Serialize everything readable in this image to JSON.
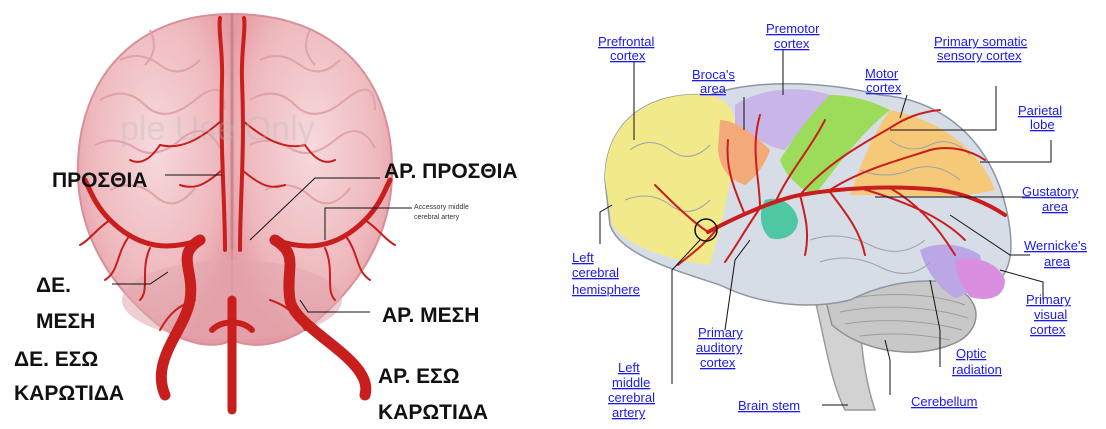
{
  "left_figure": {
    "watermark": "ple Use Only",
    "labels": {
      "prosthia": "ΠΡΟΣΘΙΑ",
      "ar_prosthia": "ΑΡ. ΠΡΟΣΘΙΑ",
      "accessory_line1": "Accessory middle",
      "accessory_line2": "cerebral artery",
      "de_mesi_line1": "ΔΕ.",
      "de_mesi_line2": "ΜΕΣΗ",
      "ar_mesi": "ΑΡ. ΜΕΣΗ",
      "de_eso_line1": "ΔΕ. ΕΣΩ",
      "de_eso_line2": "ΚΑΡΩΤΙΔΑ",
      "ar_eso_line1": "ΑΡ. ΕΣΩ",
      "ar_eso_line2": "ΚΑΡΩΤΙΔΑ"
    }
  },
  "right_figure": {
    "labels": {
      "prefrontal_1": "Prefrontal",
      "prefrontal_2": "cortex",
      "premotor_1": "Premotor",
      "premotor_2": "cortex",
      "primary_somatic_1": "Primary somatic",
      "primary_somatic_2": "sensory cortex",
      "broca_1": "Broca's",
      "broca_2": "area",
      "motor_1": "Motor",
      "motor_2": "cortex",
      "parietal_1": "Parietal",
      "parietal_2": "lobe",
      "gustatory_1": "Gustatory",
      "gustatory_2": "area",
      "wernicke_1": "Wernicke's",
      "wernicke_2": "area",
      "left_cerebral_1": "Left",
      "left_cerebral_2": "cerebral",
      "left_cerebral_3": "hemisphere",
      "primary_visual_1": "Primary",
      "primary_visual_2": "visual",
      "primary_visual_3": "cortex",
      "primary_auditory_1": "Primary",
      "primary_auditory_2": "auditory",
      "primary_auditory_3": "cortex",
      "optic_1": "Optic",
      "optic_2": "radiation",
      "left_middle_1": "Left",
      "left_middle_2": "middle",
      "left_middle_3": "cerebral",
      "left_middle_4": "artery",
      "brain_stem": "Brain stem",
      "cerebellum": "Cerebellum"
    },
    "colors": {
      "prefrontal": "#f2e98a",
      "premotor": "#c9b6e8",
      "motor": "#9ddc5a",
      "somatic": "#f6c978",
      "broca": "#f4a97a",
      "gustatory": "#4fc7a2",
      "temporal": "#d6dde6",
      "visual": "#d98ee0",
      "cerebellum": "#c8c8c8",
      "artery": "#c81e1e",
      "link": "#1a1aee"
    }
  }
}
